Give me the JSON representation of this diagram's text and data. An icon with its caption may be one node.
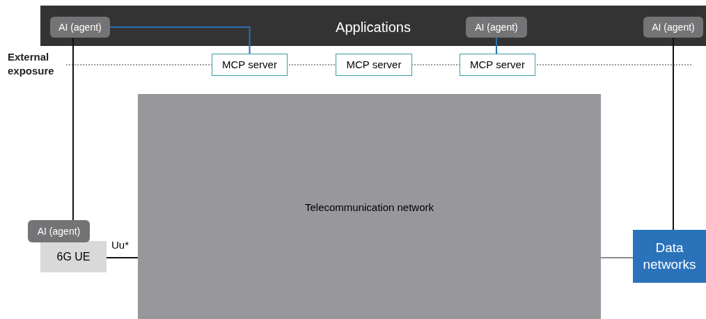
{
  "diagram": {
    "nodes": [
      {
        "text": [
          "Applications"
        ]
      },
      {
        "text": [
          "AI (agent)"
        ],
        "in": 0
      },
      {
        "text": [
          "AI (agent)"
        ],
        "in": 0
      },
      {
        "text": [
          "AI (agent)"
        ],
        "in": 0
      },
      {
        "text": [
          "MCP server"
        ]
      },
      {
        "text": [
          "MCP server"
        ]
      },
      {
        "text": [
          "MCP server"
        ]
      },
      {
        "text": [
          "Telecommunication network"
        ]
      },
      {
        "text": [
          "AI (agent)"
        ]
      },
      {
        "text": [
          "6G UE"
        ]
      },
      {
        "text": [
          "Data networks"
        ]
      }
    ],
    "edges": [
      {
        "from": 1,
        "to": 4,
        "arrow": "none",
        "color": "#2a6fb5"
      },
      {
        "from": 2,
        "to": 6,
        "arrow": "none",
        "color": "#2a6fb5"
      },
      {
        "from": 1,
        "to": 8,
        "arrow": "none"
      },
      {
        "from": 9,
        "to": 7,
        "arrow": "none",
        "label": "Uu*"
      },
      {
        "from": 7,
        "to": 10,
        "arrow": "none",
        "color": "#666666"
      },
      {
        "from": 3,
        "to": 10,
        "arrow": "none"
      }
    ],
    "labels": [
      "External exposure"
    ]
  }
}
